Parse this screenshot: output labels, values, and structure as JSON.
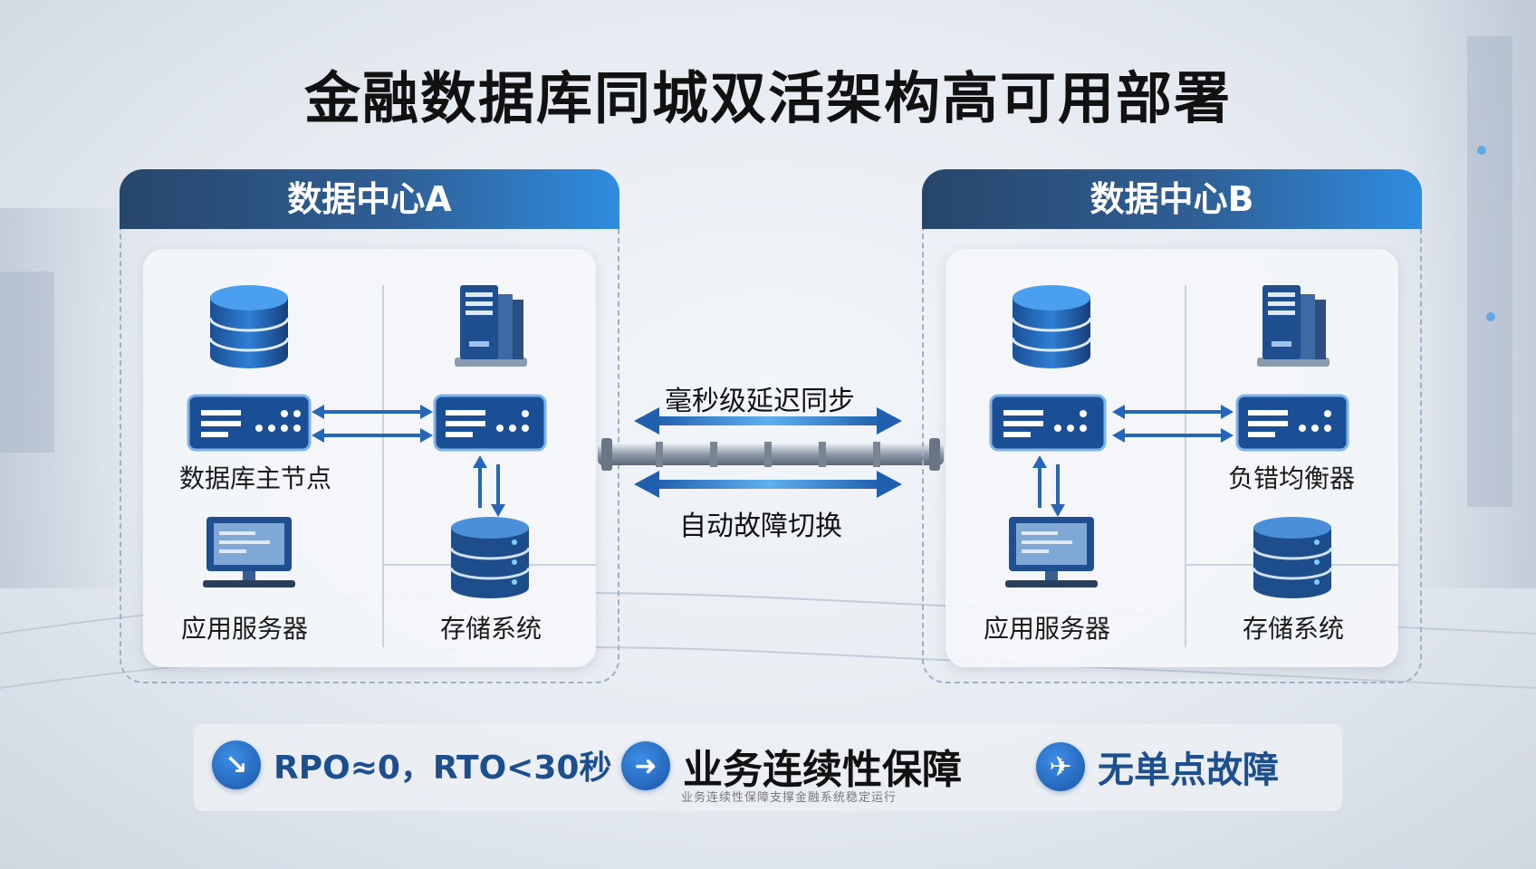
{
  "title": "金融数据库同城双活架构高可用部署",
  "colors": {
    "accent": "#1f5fae",
    "header_dark": "#27466b",
    "header_light": "#2f8ce0"
  },
  "datacenter_a": {
    "title": "数据中心A",
    "labels": {
      "db_primary": "数据库主节点",
      "app_server": "应用服务器",
      "storage": "存储系统"
    },
    "icons": [
      "database-icon",
      "server-tower-icon",
      "server-rack-icon",
      "monitor-icon",
      "storage-icon"
    ]
  },
  "datacenter_b": {
    "title": "数据中心B",
    "labels": {
      "load_balancer": "负错均衡器",
      "app_server": "应用服务器",
      "storage": "存储系统"
    },
    "icons": [
      "database-icon",
      "server-tower-icon",
      "server-rack-icon",
      "monitor-icon",
      "storage-icon"
    ]
  },
  "link": {
    "top_label": "毫秒级延迟同步",
    "bottom_label": "自动故障切换"
  },
  "features": [
    {
      "icon": "arrow-down-check-icon",
      "text": "RPO≈0，RTO<30秒"
    },
    {
      "icon": "arrow-right-icon",
      "text": "业务连续性保障",
      "subtext": "业务连续性保障支撑金融系统稳定运行"
    },
    {
      "icon": "plane-icon",
      "text": "无单点故障"
    }
  ]
}
